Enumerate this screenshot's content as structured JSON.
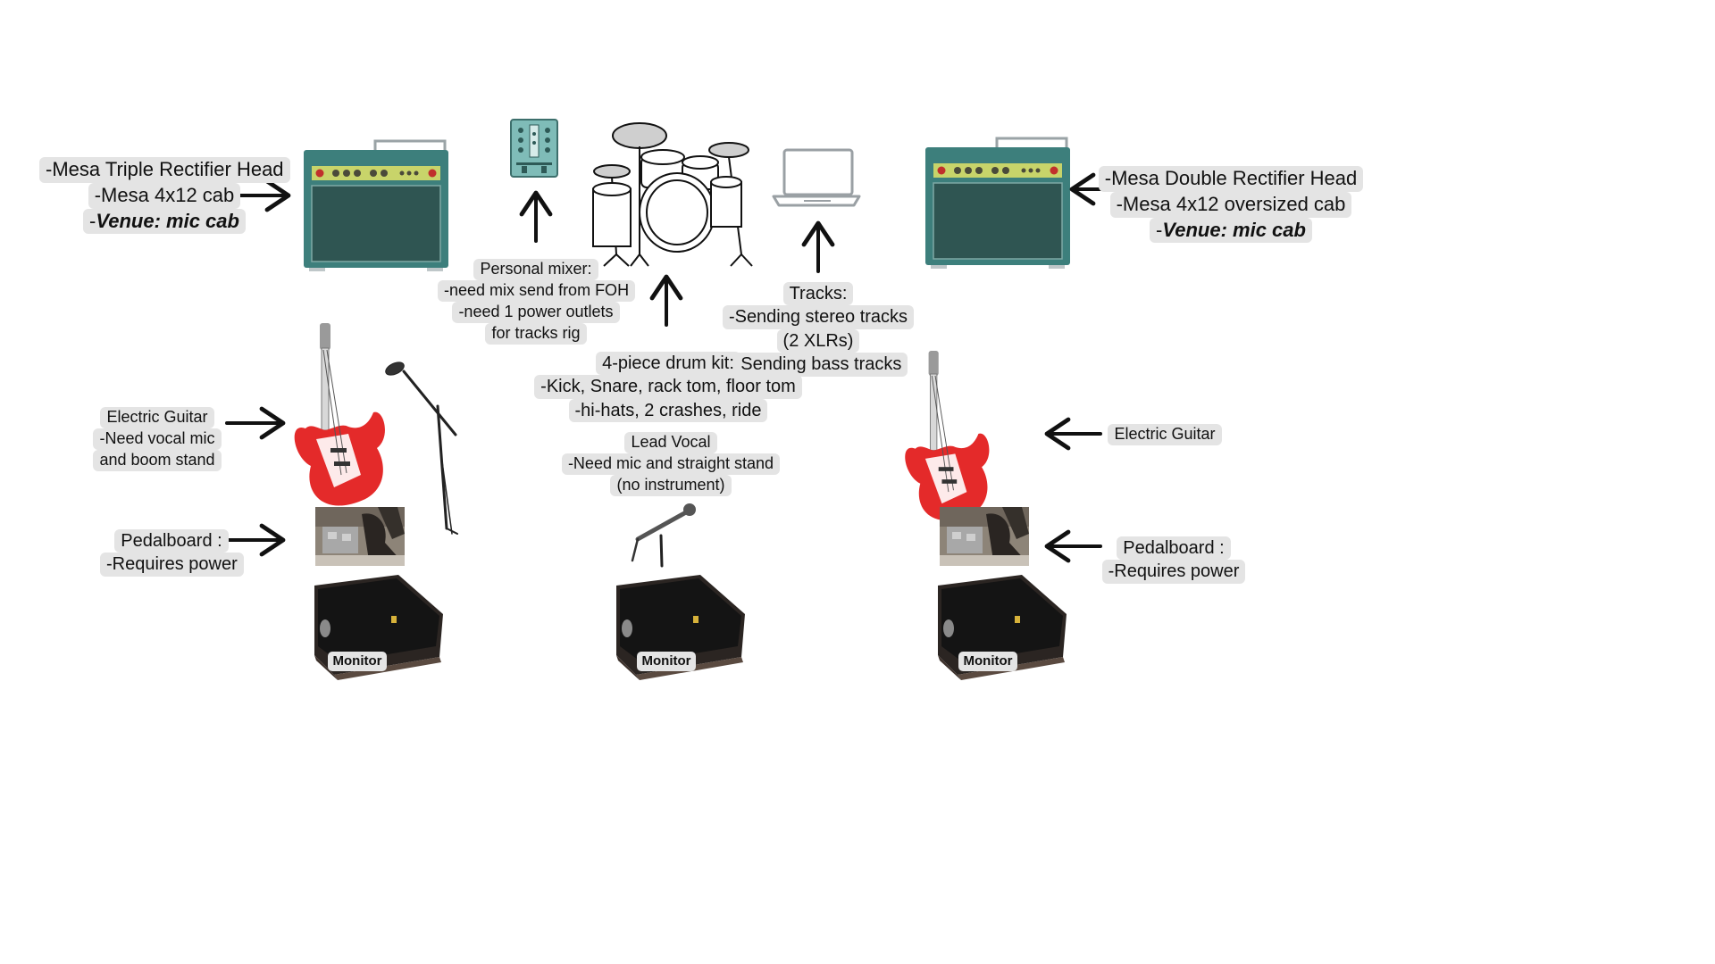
{
  "labels": {
    "left_amp": [
      "-Mesa Triple Rectifier Head",
      "-Mesa 4x12 cab"
    ],
    "left_amp_venue": {
      "prefix": "-",
      "emph": "Venue: mic cab"
    },
    "right_amp": [
      "-Mesa Double Rectifier Head",
      "-Mesa 4x12  oversized cab"
    ],
    "right_amp_venue": {
      "prefix": "-",
      "emph": "Venue: mic cab"
    },
    "personal_mixer": [
      "Personal mixer:",
      "-need mix send from FOH",
      "-need 1 power outlets",
      "for tracks rig"
    ],
    "tracks": [
      "Tracks:",
      "-Sending stereo tracks",
      "(2 XLRs)",
      "-Sending bass tracks"
    ],
    "drum_kit": [
      "4-piece drum kit:",
      "-Kick, Snare, rack tom, floor tom",
      "-hi-hats, 2 crashes, ride"
    ],
    "left_guitar": [
      "Electric Guitar",
      "-Need vocal mic",
      "and boom stand"
    ],
    "right_guitar": [
      "Electric Guitar"
    ],
    "lead_vocal": [
      "Lead Vocal",
      "-Need mic and straight stand",
      "(no instrument)"
    ],
    "left_pedalboard": [
      "Pedalboard :",
      "-Requires power"
    ],
    "right_pedalboard": [
      "Pedalboard :",
      "-Requires power"
    ],
    "monitor_left": "Monitor",
    "monitor_center": "Monitor",
    "monitor_right": "Monitor"
  },
  "icons": {
    "amp": "guitar-amp-icon",
    "mixer": "mixer-icon",
    "drums": "drum-kit-icon",
    "laptop": "laptop-icon",
    "guitar": "electric-guitar-icon",
    "mic_boom": "boom-mic-stand-icon",
    "mic_straight": "straight-mic-stand-icon",
    "pedalboard": "pedalboard-photo-icon",
    "monitor": "stage-monitor-icon",
    "arrow": "arrow-icon"
  },
  "colors": {
    "amp_body": "#3d7f7c",
    "amp_panel": "#c8d46a",
    "amp_knob_red": "#c0302c",
    "guitar_red": "#e42a2a",
    "label_bg": "#e4e4e4",
    "arrow": "#111111"
  }
}
